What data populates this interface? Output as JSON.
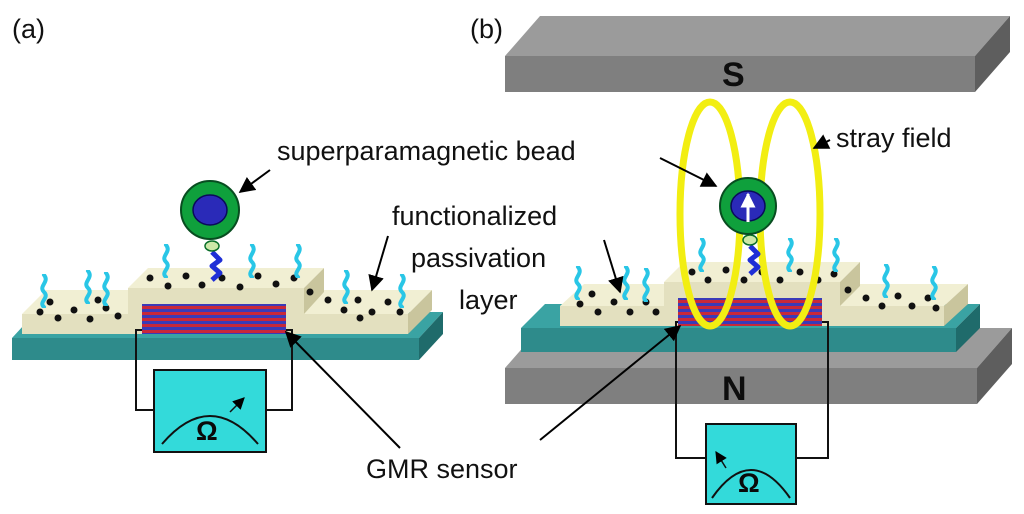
{
  "panels": {
    "a": "(a)",
    "b": "(b)"
  },
  "labels": {
    "bead": "superparamagnetic bead",
    "layer_line1": "functionalized",
    "layer_line2": "passivation",
    "layer_line3": "layer",
    "stray_field": "stray field",
    "gmr": "GMR sensor",
    "magnet_top": "S",
    "magnet_bottom": "N",
    "ohm": "Ω"
  },
  "colors": {
    "substrate": "#2e8b8b",
    "passivation": "#e3e0bf",
    "gmr_red": "#c8283a",
    "gmr_blue": "#3a3ab8",
    "bead_outer": "#0fa03c",
    "bead_inner": "#2a2ab8",
    "molecule": "#29c6e6",
    "linker": "#1f2fd6",
    "field": "#f2ee12",
    "magnet": "#7f7f7f",
    "meter": "#33dada"
  }
}
